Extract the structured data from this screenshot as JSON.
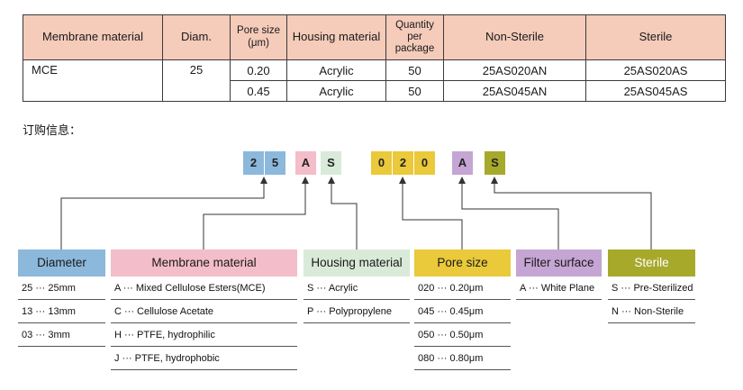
{
  "table": {
    "headers": [
      "Membrane material",
      "Diam.",
      "Pore size\n(μm)",
      "Housing material",
      "Quantity\nper\npackage",
      "Non-Sterile",
      "Sterile"
    ],
    "rows": [
      [
        "MCE",
        "25",
        "0.20",
        "Acrylic",
        "50",
        "25AS020AN",
        "25AS020AS"
      ],
      [
        "",
        "",
        "0.45",
        "Acrylic",
        "50",
        "25AS045AN",
        "25AS045AS"
      ]
    ],
    "header_bg": "#f5cbba"
  },
  "order_info_label": "订购信息：",
  "part_code": {
    "groups": [
      {
        "name": "diameter",
        "chars": [
          "2",
          "5"
        ],
        "color": "#8cb8dc"
      },
      {
        "name": "membrane-material",
        "chars": [
          "A"
        ],
        "color": "#f3bdc9"
      },
      {
        "name": "housing-material",
        "chars": [
          "S"
        ],
        "color": "#d9ead9"
      },
      {
        "name": "pore-size",
        "chars": [
          "0",
          "2",
          "0"
        ],
        "color": "#eac93a"
      },
      {
        "name": "filter-surface",
        "chars": [
          "A"
        ],
        "color": "#c5a5d3"
      },
      {
        "name": "sterile",
        "chars": [
          "S"
        ],
        "color": "#a7a92b"
      }
    ]
  },
  "categories": [
    {
      "label": "Diameter",
      "color": "#8cb8dc",
      "items": [
        "25 ··· 25mm",
        "13 ··· 13mm",
        "03 ···  3mm"
      ]
    },
    {
      "label": "Membrane material",
      "color": "#f3bdc9",
      "items": [
        "A ··· Mixed Cellulose Esters(MCE)",
        "C ··· Cellulose Acetate",
        "H ··· PTFE, hydrophilic",
        "J ··· PTFE, hydrophobic"
      ]
    },
    {
      "label": "Housing material",
      "color": "#d9ead9",
      "items": [
        "S ··· Acrylic",
        "P ··· Polypropylene"
      ]
    },
    {
      "label": "Pore size",
      "color": "#eac93a",
      "items": [
        "020 ··· 0.20μm",
        "045 ··· 0.45μm",
        "050 ··· 0.50μm",
        "080 ··· 0.80μm"
      ]
    },
    {
      "label": "Filter surface",
      "color": "#c5a5d3",
      "items": [
        "A ··· White Plane"
      ]
    },
    {
      "label": "Sterile",
      "color": "#a7a92b",
      "items": [
        "S ··· Pre-Sterilized",
        "N ··· Non-Sterile"
      ]
    }
  ]
}
